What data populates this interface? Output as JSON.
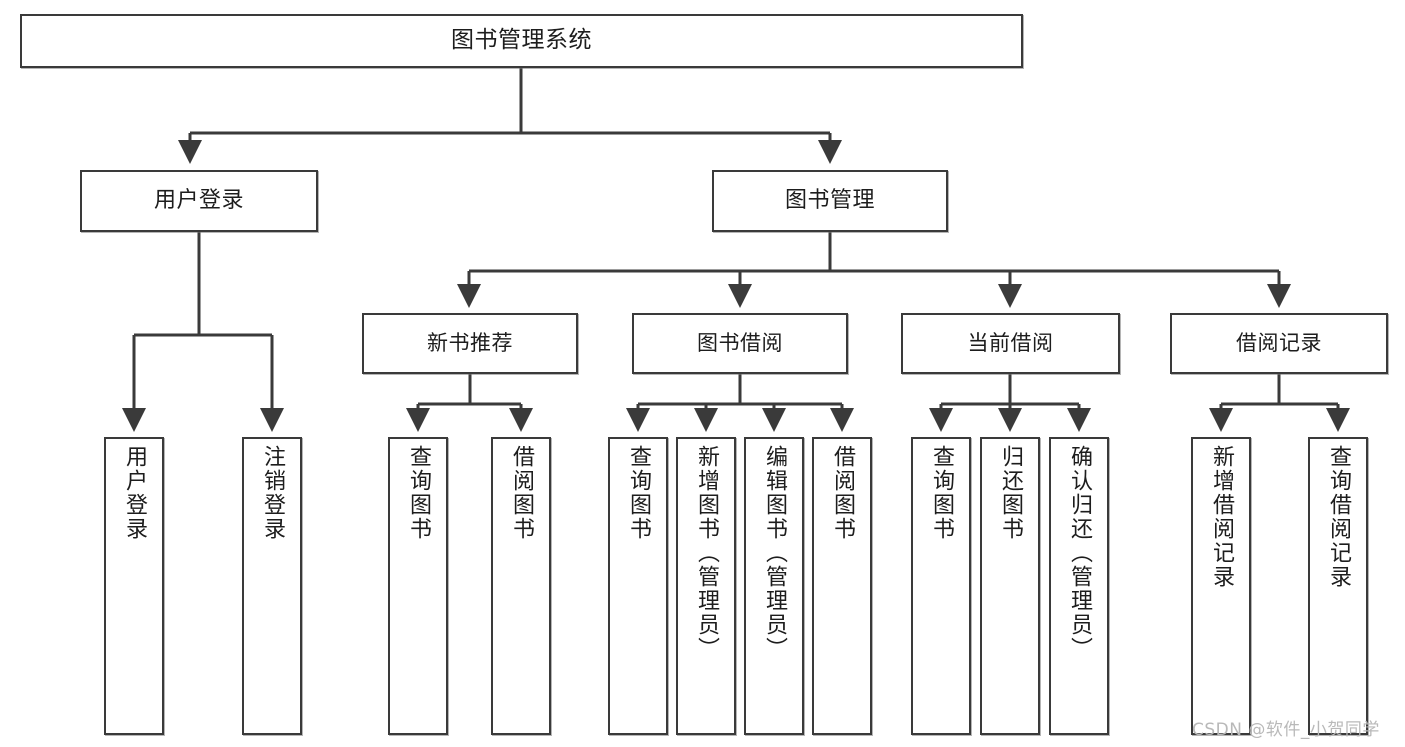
{
  "diagram": {
    "title": "图书管理系统",
    "type": "hierarchy-tree",
    "root": {
      "id": "root",
      "label": "图书管理系统"
    },
    "level2": [
      {
        "id": "user-login",
        "label": "用户登录"
      },
      {
        "id": "book-management",
        "label": "图书管理"
      }
    ],
    "level3": [
      {
        "id": "new-book-recommend",
        "label": "新书推荐",
        "parent": "book-management"
      },
      {
        "id": "book-borrow",
        "label": "图书借阅",
        "parent": "book-management"
      },
      {
        "id": "current-borrow",
        "label": "当前借阅",
        "parent": "book-management"
      },
      {
        "id": "borrow-record",
        "label": "借阅记录",
        "parent": "book-management"
      }
    ],
    "leaves": {
      "user_login": [
        {
          "id": "leaf-user-login",
          "label": "用户登录"
        },
        {
          "id": "leaf-user-logout",
          "label": "注销登录"
        }
      ],
      "new_book_recommend": [
        {
          "id": "leaf-query-book-1",
          "label": "查询图书"
        },
        {
          "id": "leaf-borrow-book-1",
          "label": "借阅图书"
        }
      ],
      "book_borrow": [
        {
          "id": "leaf-query-book-2",
          "label": "查询图书"
        },
        {
          "id": "leaf-add-book",
          "label": "新增图书（管理员）"
        },
        {
          "id": "leaf-edit-book",
          "label": "编辑图书（管理员）"
        },
        {
          "id": "leaf-borrow-book-2",
          "label": "借阅图书"
        }
      ],
      "current_borrow": [
        {
          "id": "leaf-query-book-3",
          "label": "查询图书"
        },
        {
          "id": "leaf-return-book",
          "label": "归还图书"
        },
        {
          "id": "leaf-confirm-return",
          "label": "确认归还（管理员）"
        }
      ],
      "borrow_record": [
        {
          "id": "leaf-add-record",
          "label": "新增借阅记录"
        },
        {
          "id": "leaf-query-record",
          "label": "查询借阅记录"
        }
      ]
    },
    "colors": {
      "box_border": "#3a3a3a",
      "box_fill": "#ffffff",
      "wire": "#3a3a3a",
      "text": "#1d1d1d",
      "watermark": "#b9b9b9"
    }
  },
  "watermark": {
    "text": "CSDN @软件_小贺同学"
  }
}
